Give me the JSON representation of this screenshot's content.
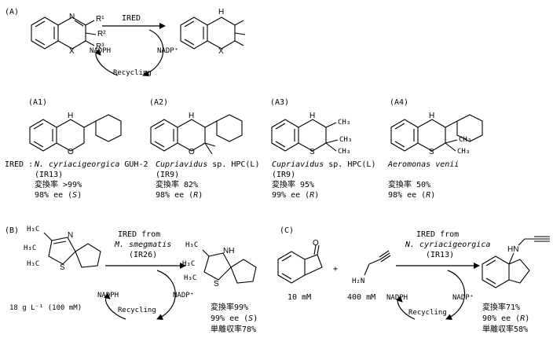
{
  "sections": {
    "A": "(A)",
    "B": "(B)",
    "C": "(C)",
    "A1": "(A1)",
    "A2": "(A2)",
    "A3": "(A3)",
    "A4": "(A4)"
  },
  "panelA": {
    "enzyme": "IRED",
    "cofactor_reduced": "NADPH",
    "cofactor_oxidized": "NADP⁺",
    "recycling": "Recycling",
    "atoms": {
      "N": "N",
      "NH": "H",
      "X": "X",
      "R1": "R¹",
      "R2": "R²",
      "R3": "R³"
    }
  },
  "ired_label": "IRED :",
  "products": [
    {
      "organism_italic": "N. cyriacigeorgica",
      "organism_rest": " GUH-2",
      "code": "(IR13)",
      "conversion": "変換率 >99%",
      "ee_prefix": "98% ee (",
      "ee_config": "S",
      "ee_suffix": ")",
      "hetero": "O"
    },
    {
      "organism_italic": "Cupriavidus",
      "organism_rest": " sp. HPC(L)",
      "code": "(IR9)",
      "conversion": "変換率 82%",
      "ee_prefix": "98% ee (",
      "ee_config": "R",
      "ee_suffix": ")",
      "hetero": "O"
    },
    {
      "organism_italic": "Cupriavidus",
      "organism_rest": " sp. HPC(L)",
      "code": "(IR9)",
      "conversion": "変換率 95%",
      "ee_prefix": "99% ee (",
      "ee_config": "R",
      "ee_suffix": ")",
      "hetero": "S"
    },
    {
      "organism_italic": "Aeromonas venii",
      "organism_rest": "",
      "code": "",
      "conversion": "変換率   50%",
      "ee_prefix": "98% ee (",
      "ee_config": "R",
      "ee_suffix": ")",
      "hetero": "S"
    }
  ],
  "panelB": {
    "enzyme_line1": "IRED from",
    "enzyme_line2": "M. smegmatis",
    "enzyme_line3": "(IR26)",
    "cofactor_reduced": "NADPH",
    "cofactor_oxidized": "NADP⁺",
    "recycling": "Recycling",
    "loading": "18 g L⁻¹ (100 mM)",
    "conversion": "変換率99%",
    "ee_prefix": "99% ee (",
    "ee_config": "S",
    "ee_suffix": ")",
    "isolated_yield": "単離収率78%",
    "atoms": {
      "H3C": "H₃C",
      "N": "N",
      "S": "S",
      "NH": "NH"
    }
  },
  "panelC": {
    "enzyme_line1": "IRED from",
    "enzyme_line2": "N. cyriacigeorgica",
    "enzyme_line3": "(IR13)",
    "cofactor_reduced": "NADPH",
    "cofactor_oxidized": "NADP⁺",
    "recycling": "Recycling",
    "plus": "+",
    "ketone_amount": "10 mM",
    "amine_amount": "400 mM",
    "conversion": "変換率71%",
    "ee_prefix": "90% ee (",
    "ee_config": "R",
    "ee_suffix": ")",
    "isolated_yield": "単離収率58%",
    "atoms": {
      "O": "O",
      "H2N": "H₂N",
      "HN": "HN"
    }
  }
}
